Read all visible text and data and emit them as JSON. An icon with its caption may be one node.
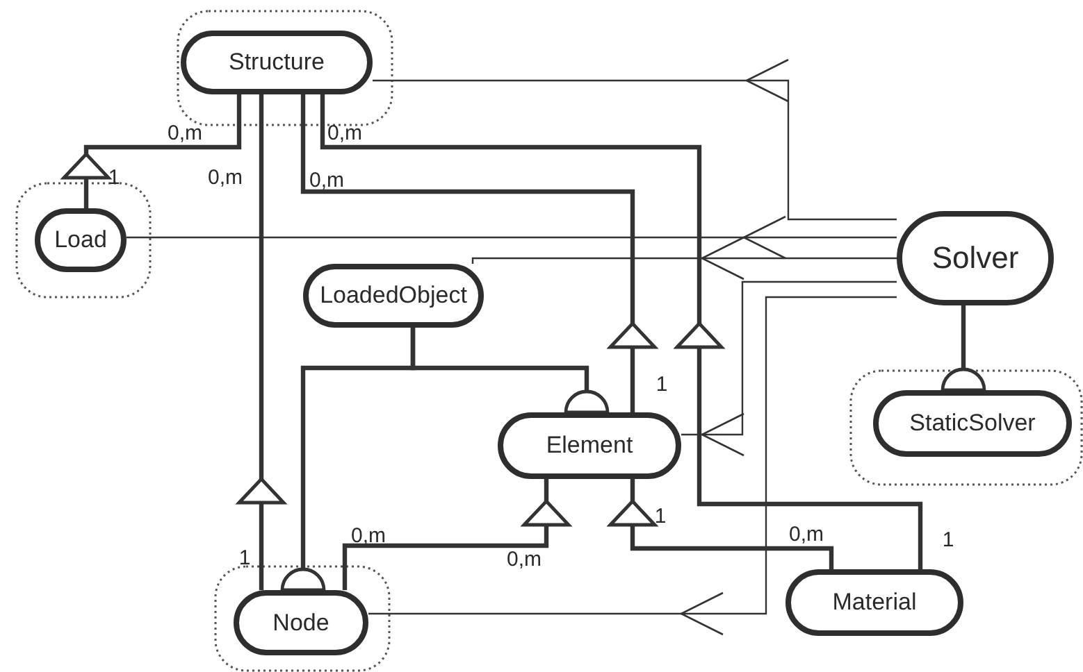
{
  "diagram": {
    "nodes": [
      {
        "text": [
          "Structure"
        ]
      },
      {
        "text": [
          "Load"
        ]
      },
      {
        "text": [
          "LoadedObject"
        ]
      },
      {
        "text": [
          "Solver"
        ]
      },
      {
        "text": [
          "Element"
        ]
      },
      {
        "text": [
          "StaticSolver"
        ]
      },
      {
        "text": [
          "Node"
        ]
      },
      {
        "text": [
          "Material"
        ]
      }
    ],
    "edges": [
      {
        "from": 1,
        "to": 0,
        "arrow": "to"
      },
      {
        "from": 6,
        "to": 0,
        "arrow": "to"
      },
      {
        "from": 4,
        "to": 0,
        "arrow": "to"
      },
      {
        "from": 7,
        "to": 0,
        "arrow": "to"
      },
      {
        "from": 6,
        "to": 4,
        "arrow": "to"
      },
      {
        "from": 7,
        "to": 4,
        "arrow": "to"
      },
      {
        "from": 6,
        "to": 2,
        "arrow": "other"
      },
      {
        "from": 4,
        "to": 2,
        "arrow": "other"
      },
      {
        "from": 5,
        "to": 3,
        "arrow": "other"
      },
      {
        "from": 3,
        "to": 0,
        "arrow": "to"
      },
      {
        "from": 3,
        "to": 1,
        "arrow": "to"
      },
      {
        "from": 3,
        "to": 2,
        "arrow": "to"
      },
      {
        "from": 3,
        "to": 4,
        "arrow": "to"
      },
      {
        "from": 3,
        "to": 6,
        "arrow": "to"
      }
    ],
    "labels": [
      "0,m",
      "0,m",
      "1",
      "0,m",
      "0,m",
      "1",
      "1",
      "0,m",
      "0,m",
      "1",
      "1",
      "0,m"
    ]
  }
}
